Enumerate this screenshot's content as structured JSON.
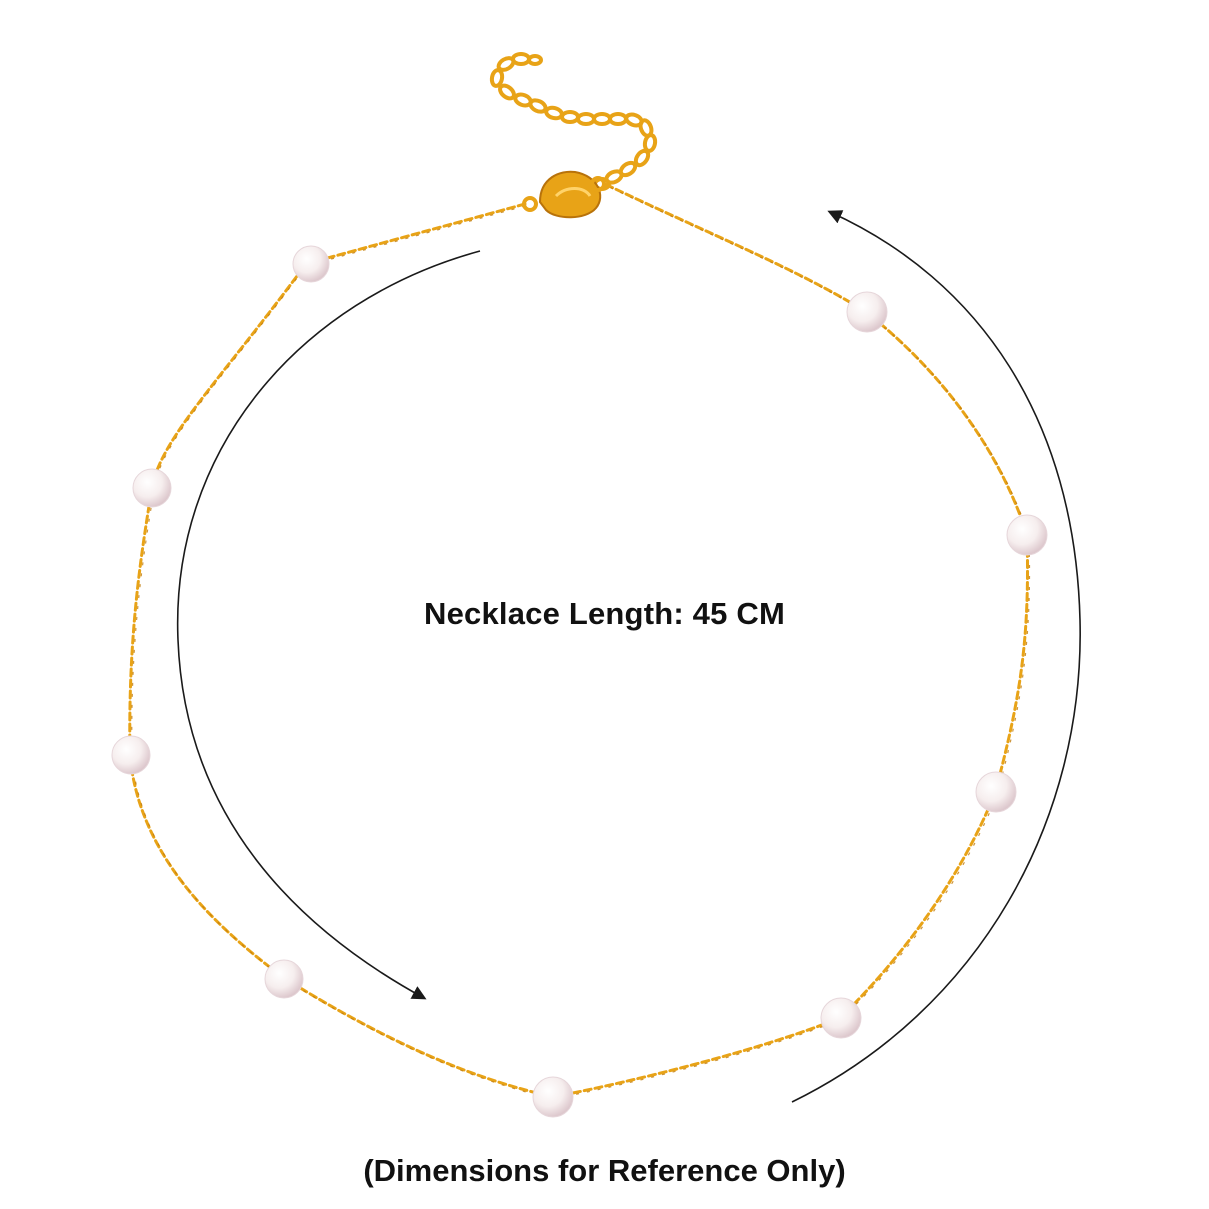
{
  "product_image": {
    "subject": "necklace-with-pearls",
    "chain_color": "#E8A317",
    "chain_shadow_color": "#C07A0A",
    "pearl_color": "#F6EEEE",
    "pearl_shade_color": "#E3CFD4",
    "arrow_color": "#1A1A1A",
    "pearl_count": 9
  },
  "labels": {
    "length_text": "Necklace Length: 45 CM",
    "disclaimer_text": "(Dimensions for Reference Only)"
  }
}
